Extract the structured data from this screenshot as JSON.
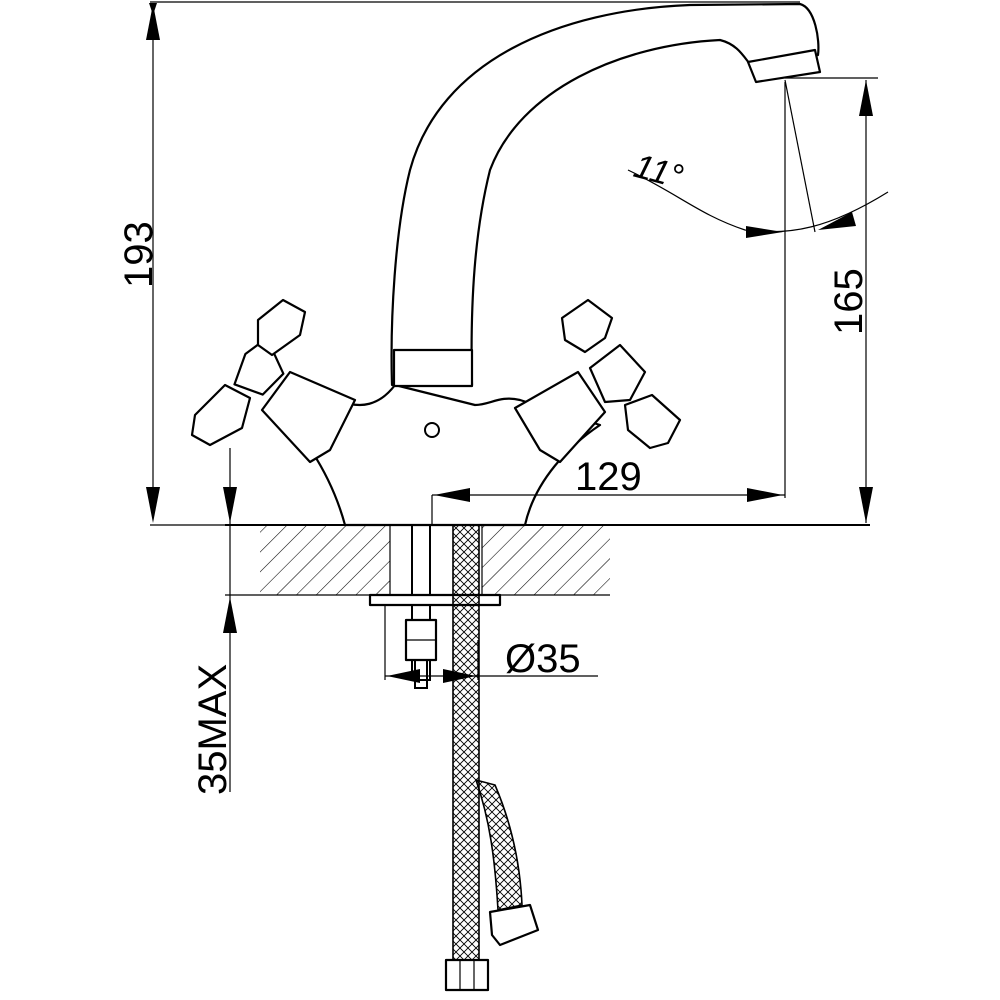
{
  "dimensions": {
    "total_height": "193",
    "spout_height": "165",
    "spout_reach": "129",
    "hole_diameter": "Ø35",
    "max_thickness": "35MAX",
    "angle": "11°"
  },
  "colors": {
    "line": "#000000",
    "background": "#ffffff"
  }
}
